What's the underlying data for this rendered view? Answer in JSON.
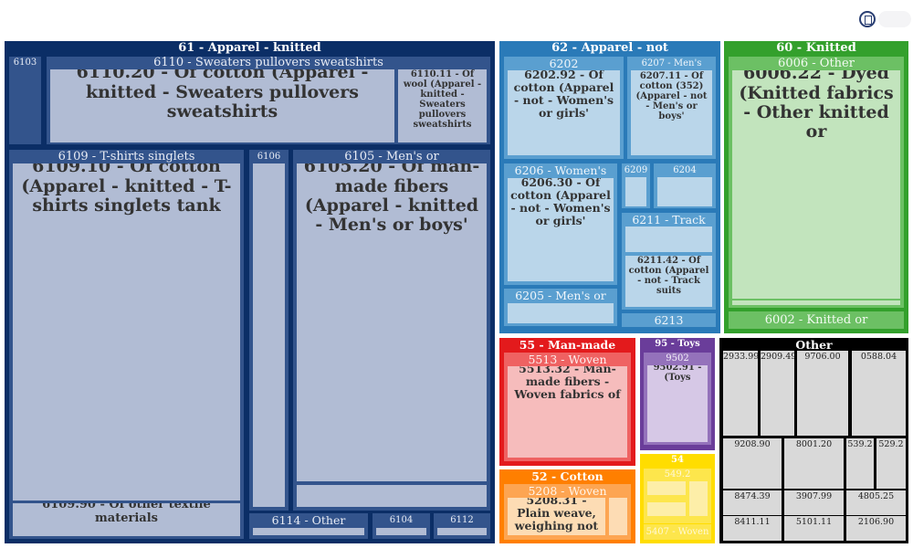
{
  "chart_data": {
    "type": "treemap",
    "groups": [
      {
        "key": "g61",
        "label": "61 - Apparel - knitted",
        "colors": {
          "border": "#0b2e66",
          "header": "#ffffff",
          "fill": "#b1bcd4",
          "band": "#33548c",
          "band_text": "#e8ecf5"
        },
        "children": [
          {
            "key": "n6103",
            "label": "6103"
          },
          {
            "key": "n6110",
            "label": "6110 - Sweaters pullovers sweatshirts",
            "children": [
              {
                "key": "n611020",
                "label": "6110.20 - Of cotton (Apparel - knitted - Sweaters pullovers sweatshirts"
              },
              {
                "key": "n611011",
                "label": "6110.11 - Of wool (Apparel - knitted - Sweaters pullovers sweatshirts"
              }
            ]
          },
          {
            "key": "n6109",
            "label": "6109 - T-shirts singlets",
            "children": [
              {
                "key": "n610910",
                "label": "6109.10 - Of cotton (Apparel - knitted - T-shirts singlets tank"
              },
              {
                "key": "n610990",
                "label": "6109.90 - Of other textile materials"
              }
            ]
          },
          {
            "key": "n6106",
            "label": "6106"
          },
          {
            "key": "n6105",
            "label": "6105 - Men's or",
            "children": [
              {
                "key": "n610520",
                "label": "6105.20 - Of man-made fibers (Apparel - knitted - Men's or boys'"
              }
            ]
          },
          {
            "key": "n6114",
            "label": "6114 - Other"
          },
          {
            "key": "n6104",
            "label": "6104"
          },
          {
            "key": "n6112",
            "label": "6112"
          }
        ]
      },
      {
        "key": "g62",
        "label": "62 - Apparel - not",
        "colors": {
          "border": "#2a7ab8",
          "header": "#ffffff",
          "fill": "#bad6ea",
          "band": "#5a9fd0",
          "band_text": "#f0f6fb"
        },
        "children": [
          {
            "key": "n6202",
            "label": "6202",
            "children": [
              {
                "key": "n620292",
                "label": "6202.92 - Of cotton (Apparel - not - Women's or girls'"
              }
            ]
          },
          {
            "key": "n6207",
            "label": "6207 - Men's",
            "children": [
              {
                "key": "n620711",
                "label": "6207.11 - Of cotton (352) (Apparel - not - Men's or boys'"
              }
            ]
          },
          {
            "key": "n6206",
            "label": "6206 - Women's",
            "children": [
              {
                "key": "n620630",
                "label": "6206.30 - Of cotton (Apparel - not - Women's or girls'"
              }
            ]
          },
          {
            "key": "n6209",
            "label": "6209"
          },
          {
            "key": "n6204",
            "label": "6204"
          },
          {
            "key": "n6211",
            "label": "6211 - Track",
            "children": [
              {
                "key": "n621142",
                "label": "6211.42 - Of cotton (Apparel - not - Track suits"
              }
            ]
          },
          {
            "key": "n6205",
            "label": "6205 - Men's or"
          },
          {
            "key": "n6213",
            "label": "6213"
          }
        ]
      },
      {
        "key": "g60",
        "label": "60 - Knitted",
        "colors": {
          "border": "#33a02c",
          "header": "#ffffff",
          "fill": "#c2e4bd",
          "band": "#6cc064",
          "band_text": "#f2faf1"
        },
        "children": [
          {
            "key": "n6006",
            "label": "6006 - Other",
            "children": [
              {
                "key": "n600622",
                "label": "6006.22 - Dyed (Knitted fabrics - Other knitted or"
              }
            ]
          },
          {
            "key": "n6002",
            "label": "6002 - Knitted or"
          }
        ]
      },
      {
        "key": "g55",
        "label": "55 - Man-made",
        "colors": {
          "border": "#e31a1c",
          "header": "#ffffff",
          "fill": "#f6bcbc",
          "band": "#ef6262",
          "band_text": "#fdf0f0"
        },
        "children": [
          {
            "key": "n5513",
            "label": "5513 - Woven",
            "children": [
              {
                "key": "n551332",
                "label": "5513.32 - Man-made fibers - Woven fabrics of"
              }
            ]
          }
        ]
      },
      {
        "key": "g95",
        "label": "95 - Toys",
        "colors": {
          "border": "#6a3d9a",
          "header": "#ffffff",
          "fill": "#d6c8e6",
          "band": "#9472bb",
          "band_text": "#f5f0fa"
        },
        "children": [
          {
            "key": "n9502",
            "label": "9502",
            "children": [
              {
                "key": "n950291",
                "label": "9502.91 - (Toys"
              }
            ]
          }
        ]
      },
      {
        "key": "gOther",
        "label": "Other",
        "colors": {
          "border": "#000000",
          "header": "#ffffff",
          "fill": "#dedede",
          "band": "#000000",
          "band_text": "#222222"
        },
        "children": [
          {
            "key": "n293399",
            "label": "2933.99"
          },
          {
            "key": "n290949",
            "label": "2909.49"
          },
          {
            "key": "n970600",
            "label": "9706.00"
          },
          {
            "key": "n058804",
            "label": "0588.04"
          },
          {
            "key": "n920890",
            "label": "9208.90"
          },
          {
            "key": "n800120",
            "label": "8001.20"
          },
          {
            "key": "n53922",
            "label": "539.2"
          },
          {
            "key": "n5292",
            "label": "529.2"
          },
          {
            "key": "n847439",
            "label": "8474.39"
          },
          {
            "key": "n390799",
            "label": "3907.99"
          },
          {
            "key": "n480525",
            "label": "4805.25"
          },
          {
            "key": "n841111",
            "label": "8411.11"
          },
          {
            "key": "n510111",
            "label": "5101.11"
          },
          {
            "key": "n210690",
            "label": "2106.90"
          }
        ]
      },
      {
        "key": "g52",
        "label": "52 - Cotton",
        "colors": {
          "border": "#ff7f00",
          "header": "#ffffff",
          "fill": "#fddcb4",
          "band": "#fda552",
          "band_text": "#fff5ea"
        },
        "children": [
          {
            "key": "n5208",
            "label": "5208 - Woven",
            "children": [
              {
                "key": "n520831",
                "label": "5208.31 - Plain weave, weighing not"
              }
            ]
          }
        ]
      },
      {
        "key": "g54",
        "label": "54",
        "colors": {
          "border": "#ffdd00",
          "header": "#ffffff",
          "fill": "#fdeea8",
          "band": "#fde64c",
          "band_text": "#fff8d8"
        },
        "children": [
          {
            "key": "n5492",
            "label": "549.2"
          },
          {
            "key": "n5407",
            "label": "5407 - Woven"
          }
        ]
      }
    ]
  }
}
